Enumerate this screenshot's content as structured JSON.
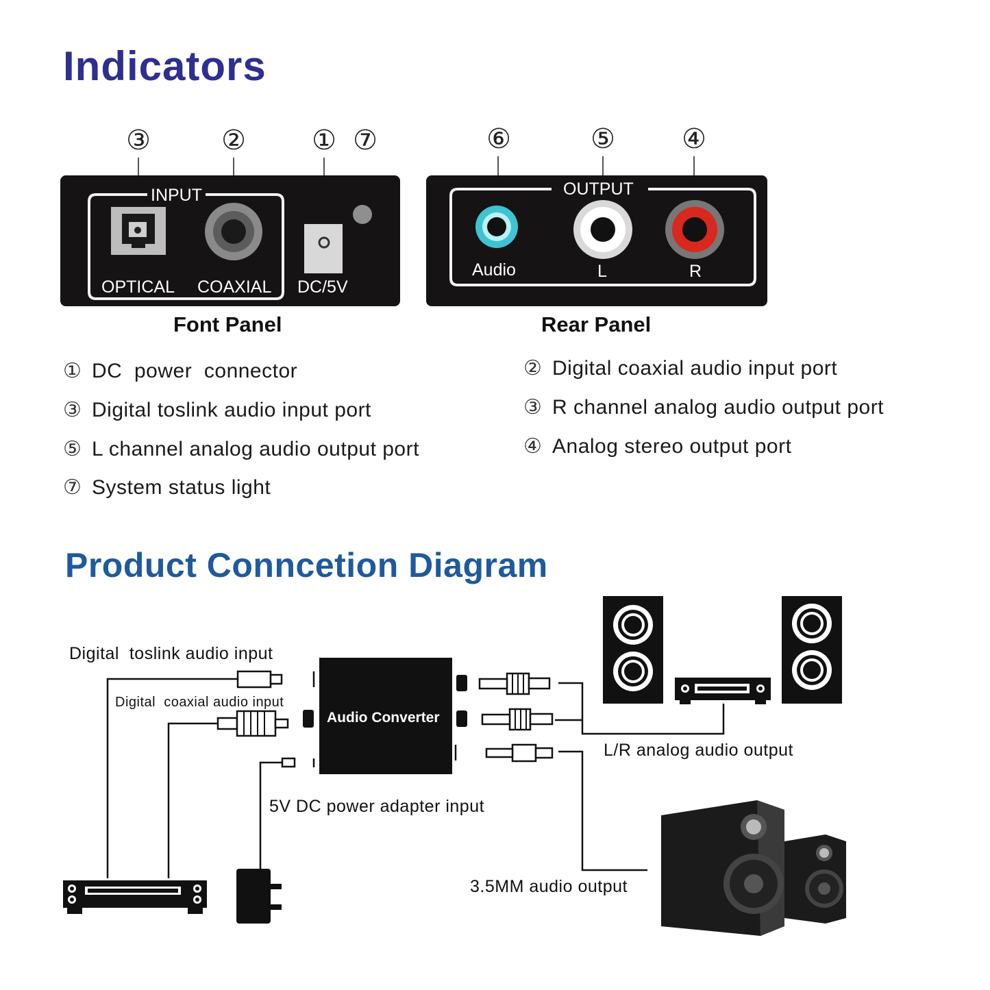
{
  "indicators": {
    "title": "Indicators",
    "front_panel": {
      "caption": "Font Panel",
      "group_label": "INPUT",
      "optical_label": "OPTICAL",
      "coaxial_label": "COAXIAL",
      "dc_label": "DC/5V",
      "markers": {
        "optical": "③",
        "coaxial": "②",
        "dc": "①",
        "light": "⑦"
      }
    },
    "rear_panel": {
      "caption": "Rear Panel",
      "group_label": "OUTPUT",
      "audio_label": "Audio",
      "l_label": "L",
      "r_label": "R",
      "markers": {
        "audio": "⑥",
        "l": "⑤",
        "r": "④"
      }
    },
    "legend_left": [
      {
        "marker": "①",
        "text": "DC  power  connector"
      },
      {
        "marker": "③",
        "text": "Digital toslink audio input port"
      },
      {
        "marker": "⑤",
        "text": "L channel analog audio output port"
      },
      {
        "marker": "⑦",
        "text": "System status light"
      }
    ],
    "legend_right": [
      {
        "marker": "②",
        "text": "Digital coaxial audio input port"
      },
      {
        "marker": "③",
        "text": "R channel analog audio output port"
      },
      {
        "marker": "④",
        "text": "Analog stereo output port"
      }
    ]
  },
  "connection": {
    "title": "Product Conncetion Diagram",
    "device_label": "Audio Converter",
    "toslink_label": "Digital  toslink audio input",
    "coaxial_label": "Digital  coaxial audio input",
    "power_label": "5V DC power adapter input",
    "lr_label": "L/R analog audio output",
    "aux_label": "3.5MM audio output"
  },
  "colors": {
    "title_primary": "#2e2f8f",
    "title_secondary": "#1f5a9c",
    "panel_bg": "#151313",
    "audio_jack": "#3fc3d0",
    "r_jack": "#d9281e"
  }
}
